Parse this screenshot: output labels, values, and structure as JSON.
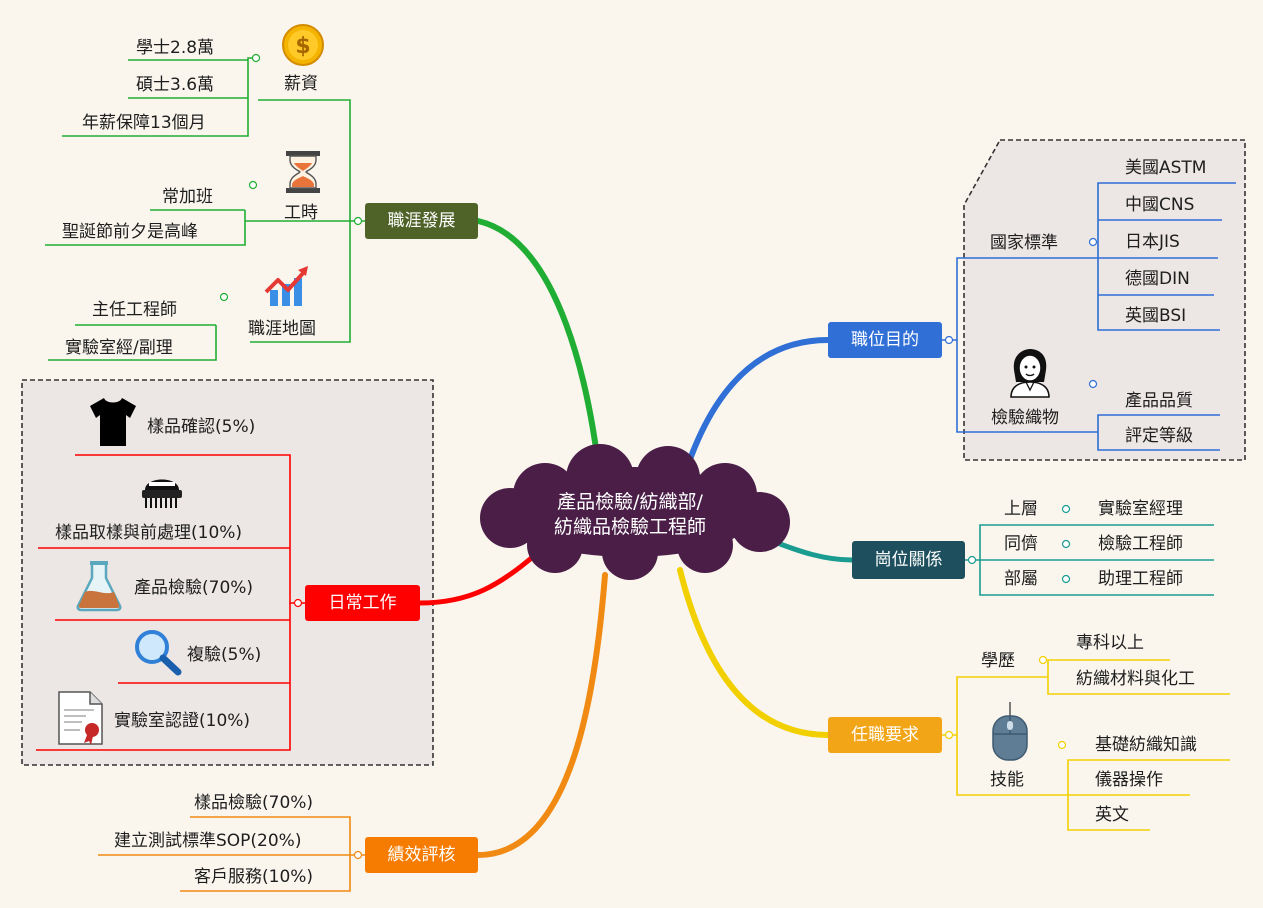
{
  "central": {
    "line1": "產品檢驗/紡織部/",
    "line2": "紡織品檢驗工程師"
  },
  "career": {
    "label": "職涯發展",
    "salary": {
      "label": "薪資",
      "items": [
        "學士2.8萬",
        "碩士3.6萬",
        "年薪保障13個月"
      ]
    },
    "worktime": {
      "label": "工時",
      "items": [
        "常加班",
        "聖誕節前夕是高峰"
      ]
    },
    "map": {
      "label": "職涯地圖",
      "items": [
        "主任工程師",
        "實驗室經/副理"
      ]
    }
  },
  "daily": {
    "label": "日常工作",
    "items": [
      "樣品確認(5%)",
      "樣品取樣與前處理(10%)",
      "產品檢驗(70%)",
      "複驗(5%)",
      "實驗室認證(10%)"
    ]
  },
  "performance": {
    "label": "績效評核",
    "items": [
      "樣品檢驗(70%)",
      "建立測試標準SOP(20%)",
      "客戶服務(10%)"
    ]
  },
  "purpose": {
    "label": "職位目的",
    "standards": {
      "label": "國家標準",
      "items": [
        "美國ASTM",
        "中國CNS",
        "日本JIS",
        "德國DIN",
        "英國BSI"
      ]
    },
    "textile": {
      "label": "檢驗織物",
      "items": [
        "產品品質",
        "評定等級"
      ]
    }
  },
  "relations": {
    "label": "崗位關係",
    "rows": [
      {
        "role": "上層",
        "value": "實驗室經理"
      },
      {
        "role": "同儕",
        "value": "檢驗工程師"
      },
      {
        "role": "部屬",
        "value": "助理工程師"
      }
    ]
  },
  "requirements": {
    "label": "任職要求",
    "education": {
      "label": "學歷",
      "items": [
        "專科以上",
        "紡織材料與化工"
      ]
    },
    "skills": {
      "label": "技能",
      "items": [
        "基礎紡織知識",
        "儀器操作",
        "英文"
      ]
    }
  },
  "colors": {
    "central": "#4a1e47",
    "career": "#4f6228",
    "daily": "#ff0000",
    "performance": "#f57c00",
    "purpose": "#2f6fd6",
    "relations": "#1d4f5e",
    "requirements": "#f2a516"
  }
}
